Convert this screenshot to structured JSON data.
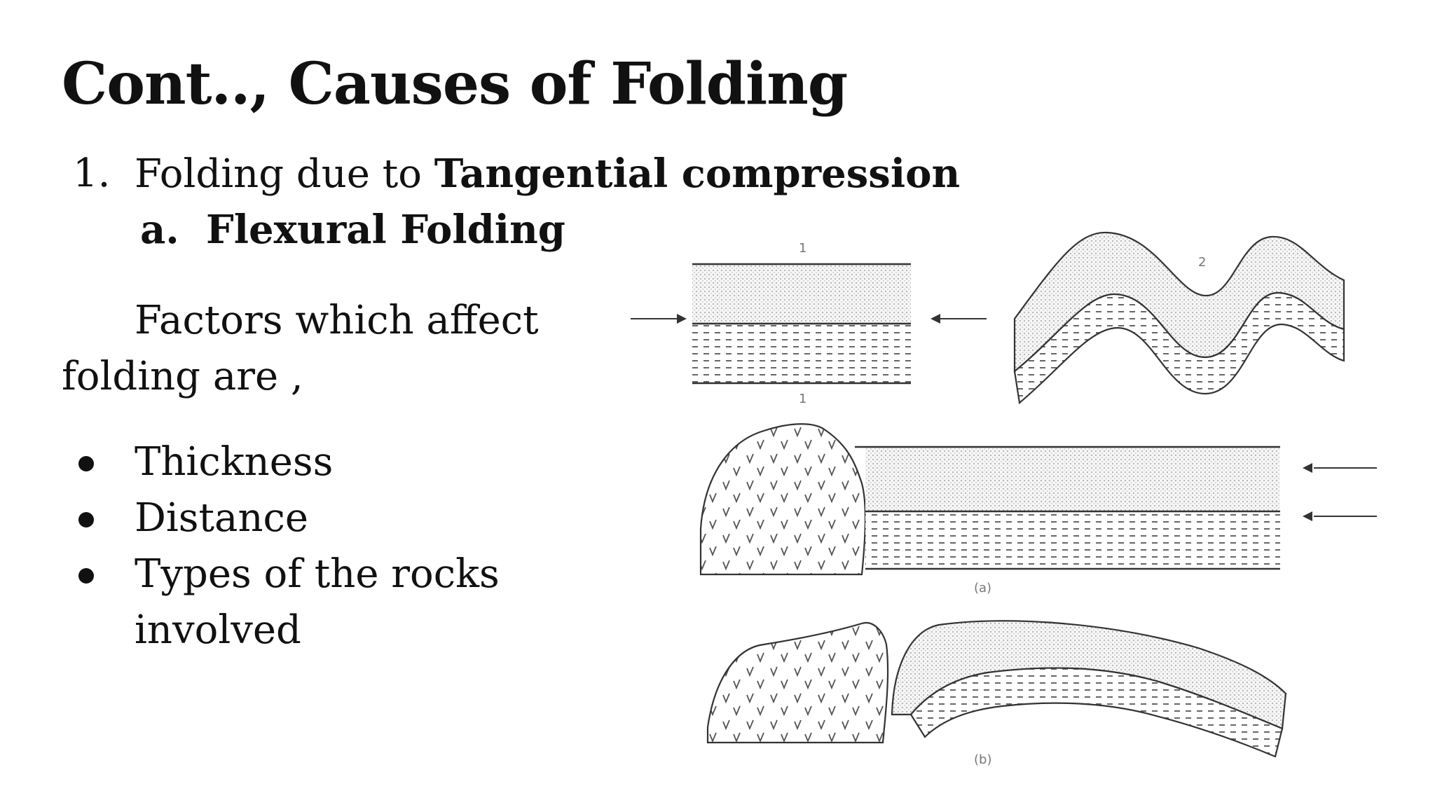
{
  "slide": {
    "title": "Cont..,  Causes of Folding",
    "list_item_number": "1.",
    "list_item_text": "Folding due to ",
    "list_item_bold": "Tangential compression",
    "sub_item_letter": "a.",
    "sub_item_text": "Flexural Folding",
    "paragraph_line1": "Factors which affect",
    "paragraph_line2": "folding are ,",
    "bullets": [
      "Thickness",
      "Distance",
      "Types of the rocks",
      "involved"
    ]
  },
  "figure": {
    "labels": [
      "1",
      "2",
      "1",
      "(a)",
      "(b)"
    ]
  }
}
